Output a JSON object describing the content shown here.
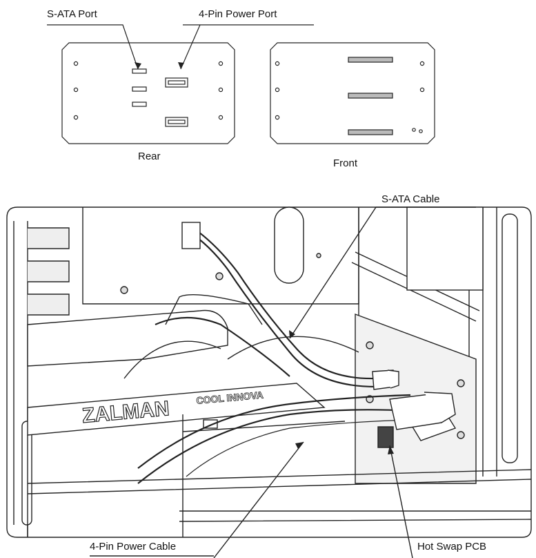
{
  "labels": {
    "sata_port": "S-ATA Port",
    "power_port": "4-Pin Power Port",
    "rear": "Rear",
    "front": "Front",
    "sata_cable": "S-ATA Cable",
    "power_cable": "4-Pin Power Cable",
    "hot_swap_pcb": "Hot Swap PCB"
  },
  "brand": {
    "logo_text": "ZALMAN",
    "tagline": "COOL INNOVA"
  },
  "colors": {
    "line": "#222222",
    "panel": "#ffffff",
    "shade": "#e6e6e6"
  }
}
